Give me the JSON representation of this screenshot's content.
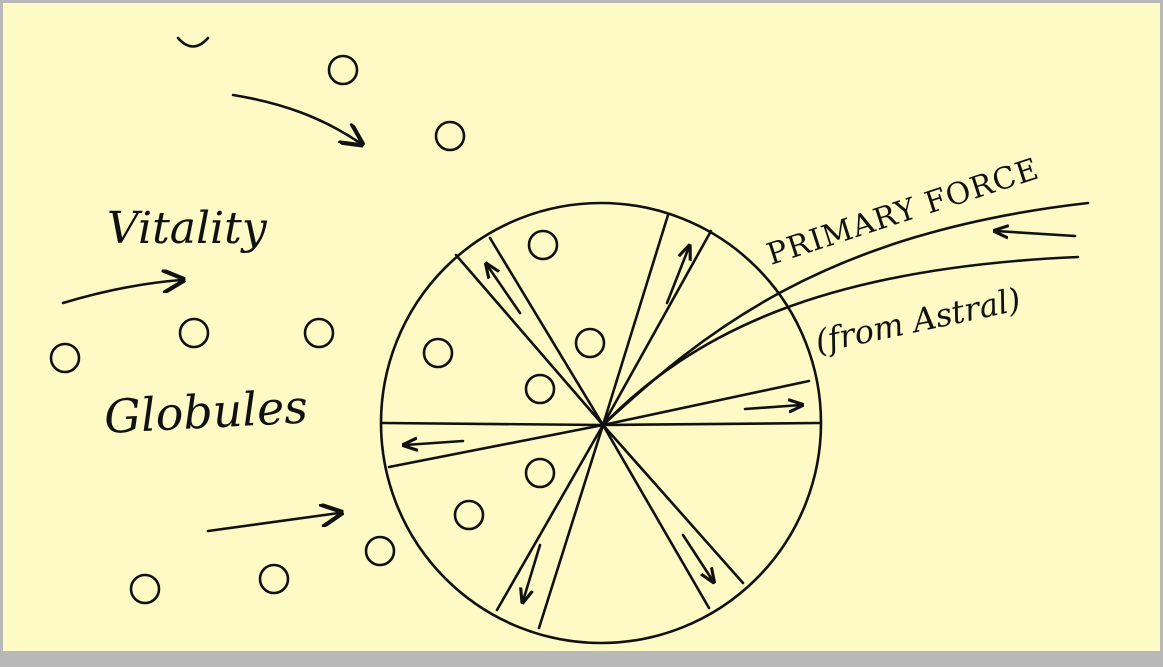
{
  "diagram": {
    "labels": {
      "vitality": "Vitality",
      "globules": "Globules",
      "primary_force": "PRIMARY FORCE",
      "from_astral": "(from Astral)"
    },
    "colors": {
      "background": "#fdfac6",
      "ink": "#111111",
      "frame": "#b8b8b8"
    },
    "icons": [
      "globule-circle",
      "flow-arrow",
      "sphere-spoke-arrow"
    ]
  }
}
